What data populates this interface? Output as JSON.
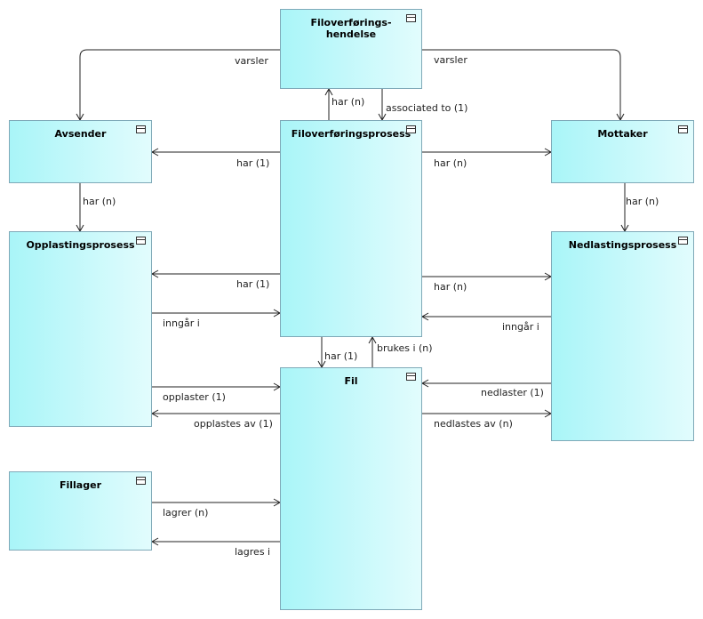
{
  "classes": {
    "event": "Filoverførings-\nhendelse",
    "process": "Filoverføringsprosess",
    "sender": "Avsender",
    "receiver": "Mottaker",
    "upload": "Opplastingsprosess",
    "download": "Nedlastingsprosess",
    "file": "Fil",
    "storage": "Fillager"
  },
  "relations": {
    "event_sender": "varsler",
    "event_receiver": "varsler",
    "process_event": "har (n)",
    "event_process": "associated to (1)",
    "process_sender": "har (1)",
    "process_receiver": "har (n)",
    "sender_upload": "har (n)",
    "receiver_download": "har (n)",
    "process_upload": "har (1)",
    "upload_process": "inngår i",
    "process_download": "har (n)",
    "download_process": "inngår i",
    "process_file": "har (1)",
    "file_process": "brukes i (n)",
    "upload_file": "opplaster (1)",
    "file_upload": "opplastes av (1)",
    "download_file": "nedlaster (1)",
    "file_download": "nedlastes av (n)",
    "storage_file": "lagrer (n)",
    "file_storage": "lagres i"
  }
}
